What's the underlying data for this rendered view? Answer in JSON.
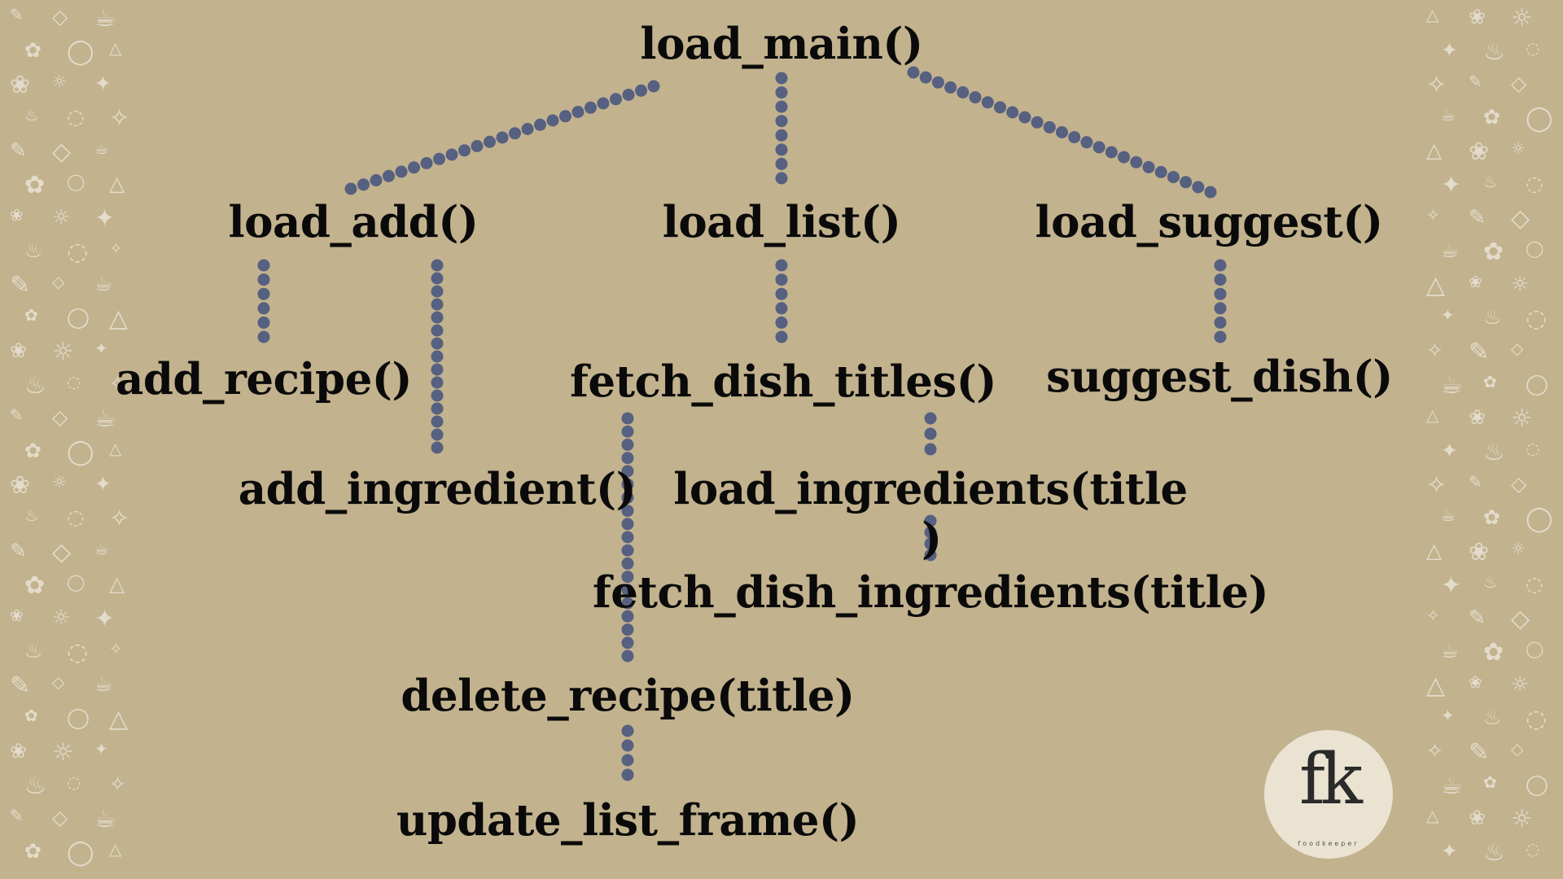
{
  "colors": {
    "background": "#c2b28e",
    "connector": "#566080",
    "text": "#0a0a0a",
    "logo_bg": "#ebe3d2"
  },
  "nodes": {
    "load_main": "load_main()",
    "load_add": "load_add()",
    "load_list": "load_list()",
    "load_suggest": "load_suggest()",
    "add_recipe": "add_recipe()",
    "add_ingredient": "add_ingredient()",
    "fetch_dish_titles": "fetch_dish_titles()",
    "suggest_dish": "suggest_dish()",
    "load_ingredients": "load_ingredients(title",
    "load_ingredients_close": ")",
    "fetch_dish_ingredients": "fetch_dish_ingredients(title)",
    "delete_recipe": "delete_recipe(title)",
    "update_list_frame": "update_list_frame()"
  },
  "edges": [
    {
      "from": "load_main",
      "to": "load_add"
    },
    {
      "from": "load_main",
      "to": "load_list"
    },
    {
      "from": "load_main",
      "to": "load_suggest"
    },
    {
      "from": "load_add",
      "to": "add_recipe"
    },
    {
      "from": "load_add",
      "to": "add_ingredient"
    },
    {
      "from": "load_list",
      "to": "fetch_dish_titles"
    },
    {
      "from": "load_suggest",
      "to": "suggest_dish"
    },
    {
      "from": "fetch_dish_titles",
      "to": "load_ingredients"
    },
    {
      "from": "load_ingredients",
      "to": "fetch_dish_ingredients"
    },
    {
      "from": "fetch_dish_titles",
      "to": "delete_recipe"
    },
    {
      "from": "delete_recipe",
      "to": "update_list_frame"
    }
  ],
  "logo": {
    "icon": "foodkeeper-logo-icon"
  },
  "decor": {
    "icon": "food-doodle-icon"
  }
}
